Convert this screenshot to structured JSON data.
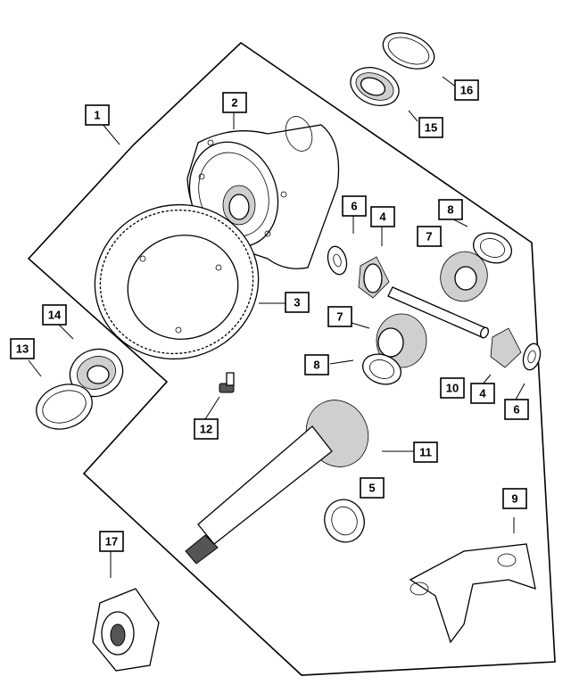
{
  "callouts": [
    {
      "id": "c1",
      "label": "1"
    },
    {
      "id": "c2",
      "label": "2"
    },
    {
      "id": "c3",
      "label": "3"
    },
    {
      "id": "c4a",
      "label": "4"
    },
    {
      "id": "c4b",
      "label": "4"
    },
    {
      "id": "c5",
      "label": "5"
    },
    {
      "id": "c6a",
      "label": "6"
    },
    {
      "id": "c6b",
      "label": "6"
    },
    {
      "id": "c7a",
      "label": "7"
    },
    {
      "id": "c7b",
      "label": "7"
    },
    {
      "id": "c8a",
      "label": "8"
    },
    {
      "id": "c8b",
      "label": "8"
    },
    {
      "id": "c9",
      "label": "9"
    },
    {
      "id": "c10",
      "label": "10"
    },
    {
      "id": "c11",
      "label": "11"
    },
    {
      "id": "c12",
      "label": "12"
    },
    {
      "id": "c13",
      "label": "13"
    },
    {
      "id": "c14",
      "label": "14"
    },
    {
      "id": "c15",
      "label": "15"
    },
    {
      "id": "c16",
      "label": "16"
    },
    {
      "id": "c17",
      "label": "17"
    }
  ]
}
